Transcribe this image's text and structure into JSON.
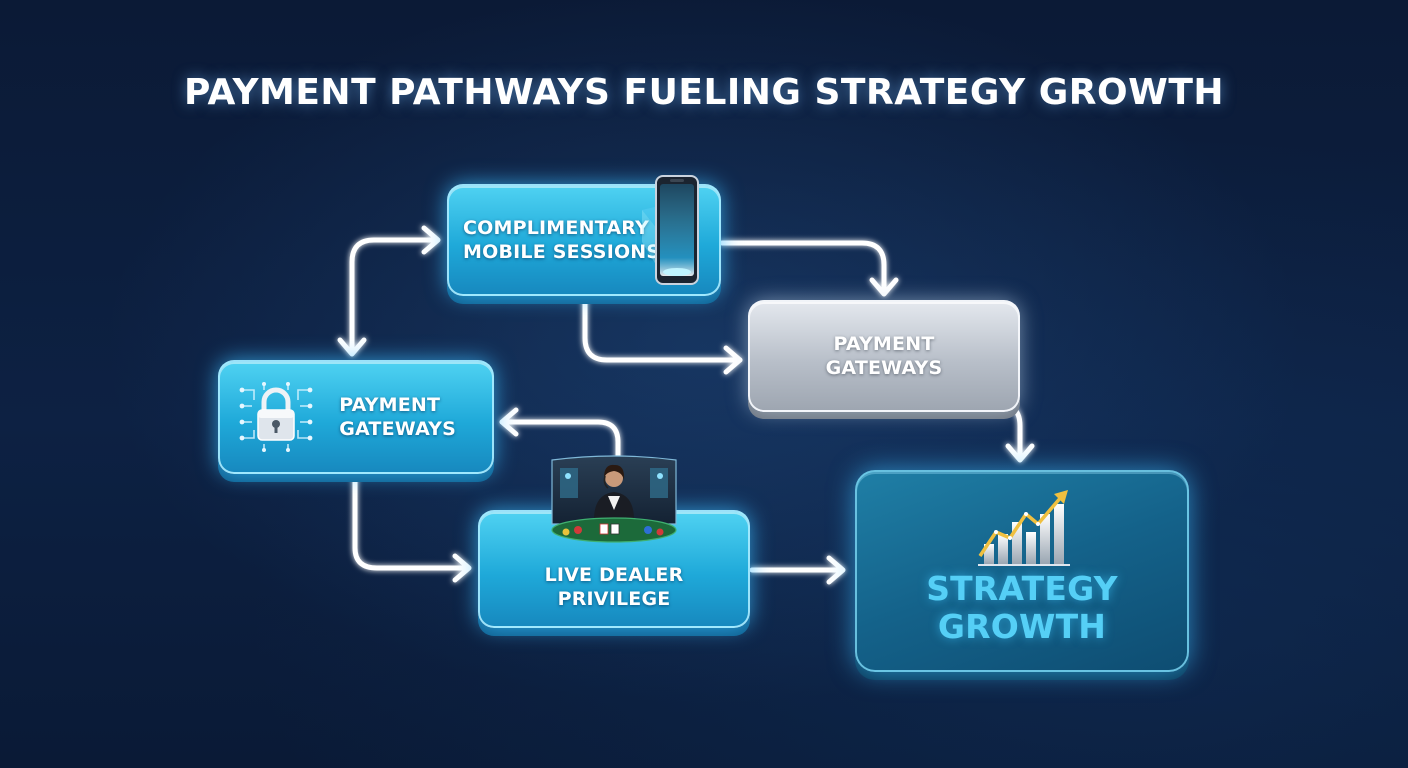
{
  "title": "PAYMENT PATHWAYS FUELING STRATEGY GROWTH",
  "nodes": {
    "mobile": {
      "label": "COMPLIMENTARY\nMOBILE SESSIONS",
      "icon": "smartphone-icon"
    },
    "gateways_right": {
      "label": "PAYMENT\nGATEWAYS"
    },
    "gateways_left": {
      "label": "PAYMENT\nGATEWAYS",
      "icon": "padlock-circuit-icon"
    },
    "live_dealer": {
      "label": "LIVE DEALER\nPRIVILEGE",
      "icon": "live-dealer-icon"
    },
    "strategy": {
      "label": "STRATEGY\nGROWTH",
      "icon": "growth-chart-icon"
    }
  },
  "colors": {
    "background": "#0b1a36",
    "node_blue": "#1fa9d9",
    "node_silver": "#b8bfc9",
    "node_teal": "#14628a",
    "accent": "#55cff6",
    "connector": "#ffffff"
  }
}
